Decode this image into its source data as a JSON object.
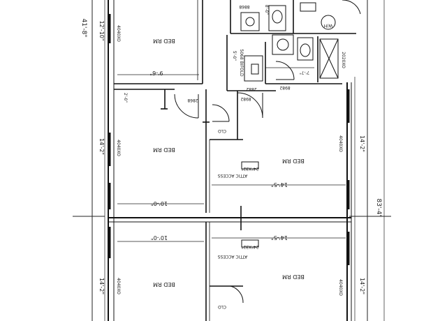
{
  "plan": {
    "rooms": {
      "bed_upper": "BED RM",
      "bed_middle_left": "BED RM",
      "bed_middle_right": "BED RM",
      "bed_lower_left": "BED RM",
      "bed_lower_right": "BED RM",
      "closet_middle": "CLO",
      "closet_lower": "CLO"
    },
    "dimensions": {
      "overall_left": "41'-8\"",
      "overall_right": "83'-4\"",
      "upper_room_height": "12'-10\"",
      "upper_room_width": "9'-6\"",
      "small_offset": "2'-0\"",
      "middle_left_height": "14'-2\"",
      "middle_left_width": "10'-0\"",
      "middle_right_width": "14'-5\"",
      "middle_right_height": "14'-2\"",
      "lower_left_width": "10'-0\"",
      "lower_right_width": "14'-5\"",
      "lower_left_height": "14'-2\"",
      "lower_right_height": "14'-2\"",
      "bath_top_height": "8'-0\"",
      "bath_mid_height": "5'-0\"",
      "bath_width": "7'-7\""
    },
    "window_tags": {
      "w_upper_left": "4040XO",
      "w_middle_left": "4040XO",
      "w_middle_right": "4040XO",
      "w_lower_left": "4040XO",
      "w_lower_right": "4040XO",
      "w_bath": "2020XO"
    },
    "door_tags": {
      "d_top": "8868",
      "d_mid_left": "2868",
      "d_mid_right": "8982",
      "d_bath_a": "2882",
      "d_bath_b": "8982",
      "d_linen": "5068 BIFOLD"
    },
    "notes": {
      "attic_middle": "ATTIC ACCESS",
      "attic_lower": "ATTIC ACCESS",
      "attic_size_middle": "24\"X32\"",
      "attic_size_lower": "24\"X32\"",
      "wh": "W/H"
    }
  }
}
